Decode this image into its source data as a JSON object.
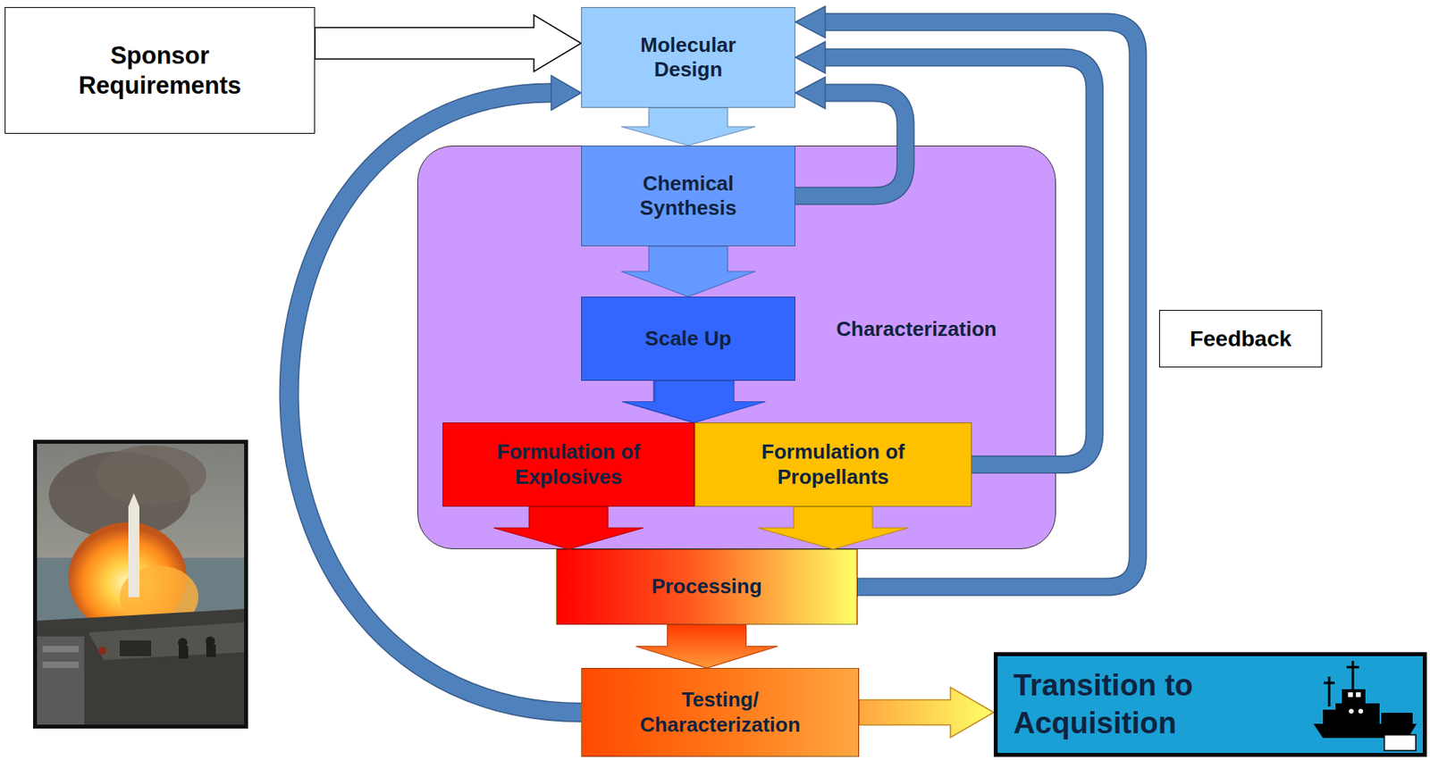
{
  "diagram": {
    "nodes": [
      {
        "text": [
          "Sponsor Requirements"
        ]
      },
      {
        "text": [
          "Molecular Design"
        ]
      },
      {
        "text": [
          "Characterization"
        ]
      },
      {
        "text": [
          "Chemical Synthesis"
        ],
        "in": 2
      },
      {
        "text": [
          "Scale Up"
        ],
        "in": 2
      },
      {
        "text": [
          "Formulation of Explosives"
        ],
        "in": 2
      },
      {
        "text": [
          "Formulation of Propellants"
        ],
        "in": 2
      },
      {
        "text": [
          "Feedback"
        ]
      },
      {
        "text": [
          "Processing"
        ]
      },
      {
        "text": [
          "Testing/ Characterization"
        ]
      },
      {
        "text": [
          "Transition to Acquisition"
        ]
      }
    ],
    "edges": [
      {
        "from": 0,
        "to": 1,
        "arrow": "to"
      },
      {
        "from": 1,
        "to": 3,
        "arrow": "to"
      },
      {
        "from": 3,
        "to": 4,
        "arrow": "to"
      },
      {
        "from": 4,
        "to": 5,
        "arrow": "to"
      },
      {
        "from": 4,
        "to": 6,
        "arrow": "to"
      },
      {
        "from": 3,
        "to": 1,
        "arrow": "to"
      },
      {
        "from": 5,
        "to": 8,
        "arrow": "to"
      },
      {
        "from": 6,
        "to": 8,
        "arrow": "to"
      },
      {
        "from": 6,
        "to": 1,
        "arrow": "to"
      },
      {
        "from": 8,
        "to": 1,
        "arrow": "to"
      },
      {
        "from": 8,
        "to": 9,
        "arrow": "to"
      },
      {
        "from": 9,
        "to": 1,
        "arrow": "to"
      },
      {
        "from": 9,
        "to": 10,
        "arrow": "to"
      }
    ]
  }
}
